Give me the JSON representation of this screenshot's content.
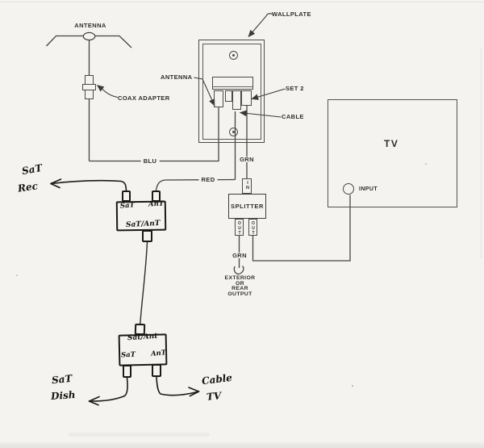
{
  "colors": {
    "paper": "#f5f3ef",
    "printed_ink": "#454545",
    "hand_ink": "#1b1b1b"
  },
  "diagram": {
    "antenna": {
      "label": "ANTENNA",
      "coax_adapter_label": "COAX ADAPTER"
    },
    "wallplate": {
      "label": "WALLPLATE",
      "antenna_port_label": "ANTENNA",
      "set2_port_label": "SET 2",
      "cable_port_label": "CABLE"
    },
    "wires": {
      "blu": "BLU",
      "red": "RED",
      "grn_wallplate": "GRN",
      "grn_splitter_out": "GRN"
    },
    "tv": {
      "label": "TV",
      "input_label": "INPUT"
    },
    "splitter": {
      "label": "SPLITTER",
      "in_label": "IN",
      "out_left_label": "OUT",
      "out_right_label": "OUT",
      "exterior_note": [
        "EXTERIOR",
        "OR",
        "REAR",
        "OUTPUT"
      ]
    },
    "handwritten": {
      "sat_rec": [
        "SaT",
        "Rec"
      ],
      "switch1": {
        "sat": "SaT",
        "ant": "AnT",
        "combined": "SaT/AnT"
      },
      "switch2": {
        "combined": "Sat/Ant",
        "sat": "SaT",
        "ant": "AnT"
      },
      "sat_dish": [
        "SaT",
        "Dish"
      ],
      "cable_tv": [
        "Cable",
        "TV"
      ]
    }
  }
}
